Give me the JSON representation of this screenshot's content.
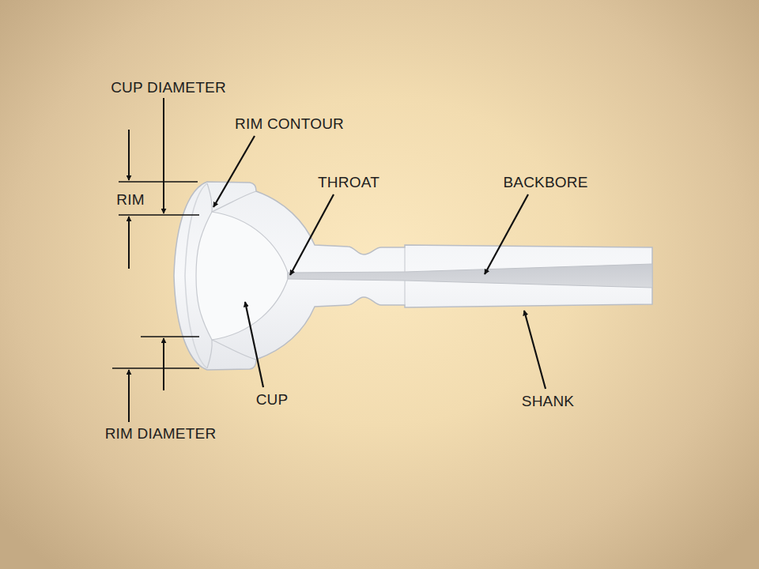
{
  "diagram": {
    "labels": [
      "CUP DIAMETER",
      "RIM CONTOUR",
      "RIM",
      "THROAT",
      "BACKBORE",
      "CUP",
      "SHANK",
      "RIM DIAMETER"
    ]
  }
}
